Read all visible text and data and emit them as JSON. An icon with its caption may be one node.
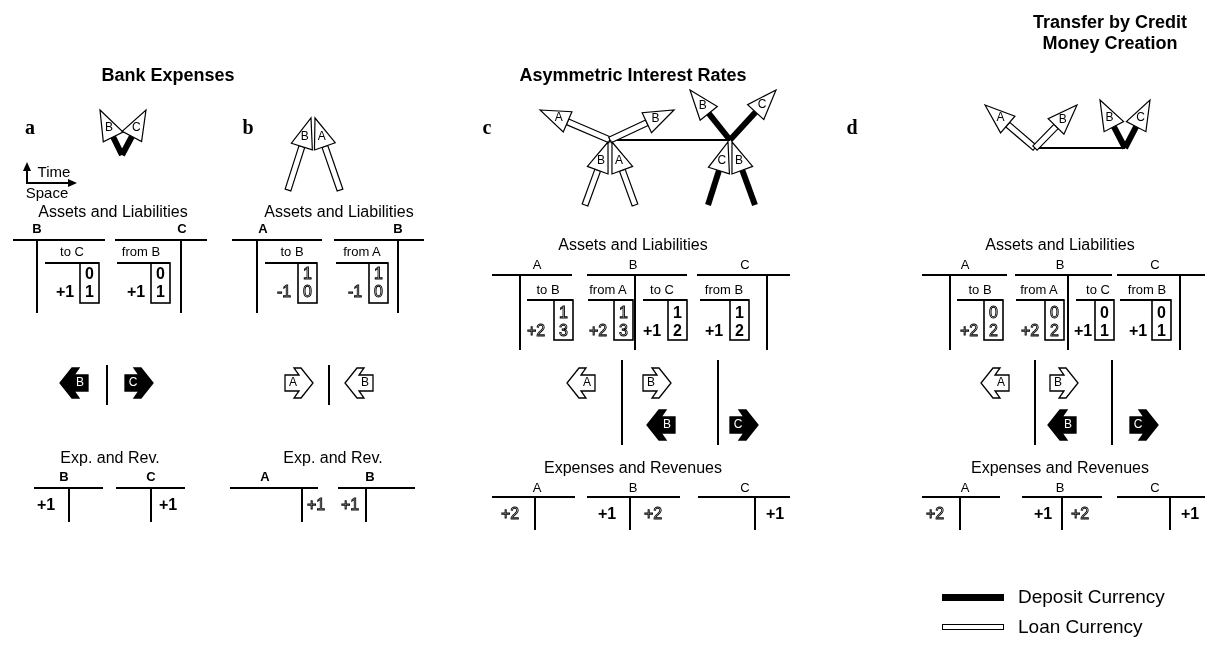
{
  "diagram": {
    "labels": [
      "Bank Expenses",
      "Asymmetric Interest Rates",
      "Transfer by Credit Money Creation",
      "a",
      "B",
      "C",
      "Time",
      "Space",
      "Assets and Liabilities",
      "B",
      "C",
      "to C",
      "0",
      "+1",
      "1",
      "from B",
      "0",
      "+1",
      "1",
      "B",
      "C",
      "Exp. and Rev.",
      "B",
      "C",
      "+1",
      "+1",
      "b",
      "B",
      "A",
      "Assets and Liabilities",
      "A",
      "B",
      "to B",
      "1",
      "-1",
      "0",
      "from A",
      "1",
      "-1",
      "0",
      "A",
      "B",
      "Exp. and Rev.",
      "A",
      "B",
      "+1",
      "+1",
      "c",
      "A",
      "B",
      "B",
      "C",
      "B",
      "A",
      "C",
      "B",
      "Assets and Liabilities",
      "A",
      "B",
      "C",
      "to B",
      "1",
      "+2",
      "3",
      "from A",
      "1",
      "+2",
      "3",
      "to C",
      "1",
      "+1",
      "2",
      "from B",
      "1",
      "+1",
      "2",
      "A",
      "B",
      "B",
      "C",
      "Expenses and Revenues",
      "A",
      "B",
      "C",
      "+2",
      "+1",
      "+2",
      "+1",
      "d",
      "A",
      "B",
      "B",
      "C",
      "Assets and Liabilities",
      "A",
      "B",
      "C",
      "to B",
      "0",
      "+2",
      "2",
      "from A",
      "0",
      "+2",
      "2",
      "to C",
      "0",
      "+1",
      "1",
      "from B",
      "0",
      "+1",
      "1",
      "A",
      "B",
      "B",
      "C",
      "Expenses and Revenues",
      "A",
      "B",
      "C",
      "+2",
      "+1",
      "+2",
      "+1"
    ],
    "legend": [
      {
        "text": "Deposit Currency"
      },
      {
        "text": "Loan Currency"
      }
    ]
  }
}
